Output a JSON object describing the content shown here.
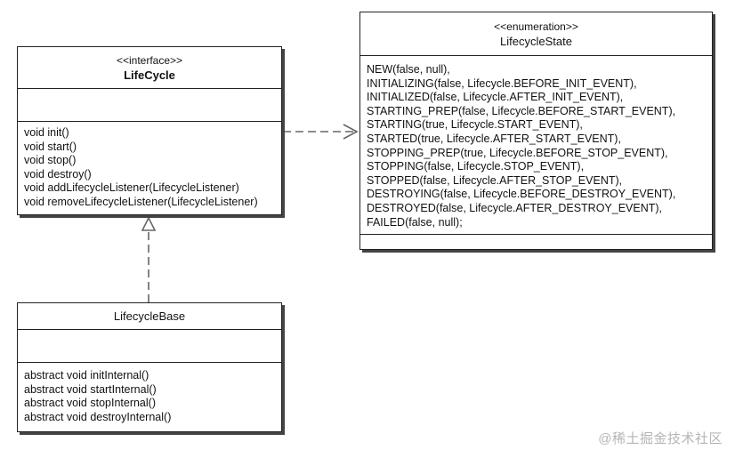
{
  "lifecycle": {
    "stereotype": "<<interface>>",
    "name": "LifeCycle",
    "operations": [
      "void init()",
      "void start()",
      "void stop()",
      "void destroy()",
      "void addLifecycleListener(LifecycleListener)",
      "void removeLifecycleListener(LifecycleListener)"
    ]
  },
  "lifecycle_base": {
    "name": "LifecycleBase",
    "operations": [
      "abstract void initInternal()",
      "abstract void startInternal()",
      "abstract void stopInternal()",
      "abstract void destroyInternal()"
    ]
  },
  "lifecycle_state": {
    "stereotype": "<<enumeration>>",
    "name": "LifecycleState",
    "literals": [
      "NEW(false, null),",
      "INITIALIZING(false, Lifecycle.BEFORE_INIT_EVENT),",
      "INITIALIZED(false, Lifecycle.AFTER_INIT_EVENT),",
      "STARTING_PREP(false, Lifecycle.BEFORE_START_EVENT),",
      "STARTING(true, Lifecycle.START_EVENT),",
      "STARTED(true, Lifecycle.AFTER_START_EVENT),",
      "STOPPING_PREP(true, Lifecycle.BEFORE_STOP_EVENT),",
      "STOPPING(false, Lifecycle.STOP_EVENT),",
      "STOPPED(false, Lifecycle.AFTER_STOP_EVENT),",
      "DESTROYING(false, Lifecycle.BEFORE_DESTROY_EVENT),",
      "DESTROYED(false, Lifecycle.AFTER_DESTROY_EVENT),",
      "FAILED(false, null);"
    ]
  },
  "watermark": "@稀土掘金技术社区",
  "colors": {
    "line": "#222222",
    "connector": "#666666",
    "shadow": "#444444",
    "watermark": "#b5b5b5"
  }
}
